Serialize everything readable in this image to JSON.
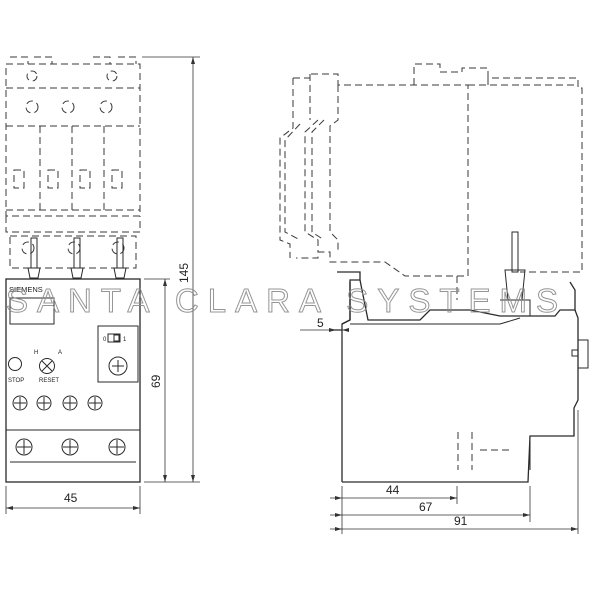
{
  "watermark": "SANTA CLARA SYSTEMS",
  "front_view": {
    "brand": "SIEMENS",
    "stop_label": "STOP",
    "reset_label": "RESET",
    "h_label": "H",
    "a_label": "A",
    "switch_labels": [
      "0",
      "1"
    ]
  },
  "dimensions": {
    "width_front": "45",
    "height_relay": "69",
    "height_total": "145",
    "offset_side": "5",
    "depth_44": "44",
    "depth_67": "67",
    "depth_91": "91"
  },
  "colors": {
    "line": "#2a2a2a",
    "watermark": "#8a8a8a",
    "background": "#ffffff"
  }
}
